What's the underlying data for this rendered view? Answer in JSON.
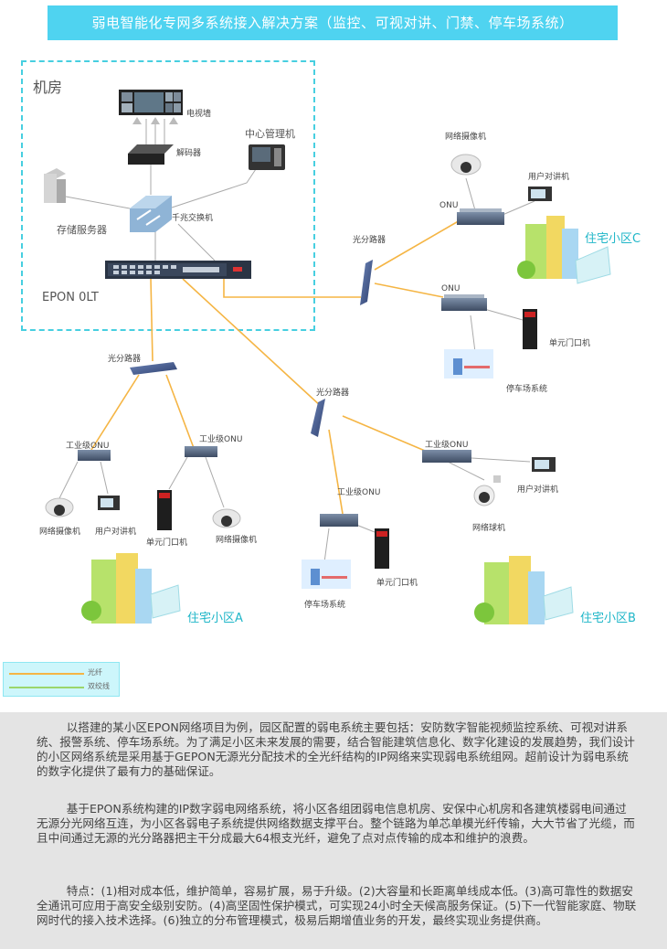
{
  "title": "弱电智能化专网多系统接入解决方案（监控、可视对讲、门禁、停车场系统）",
  "machine_room": {
    "title": "机房",
    "tv_wall": "电视墙",
    "decoder": "解码器",
    "center_manager": "中心管理机",
    "storage_server": "存储服务器",
    "gigabit_switch": "千兆交换机",
    "epon_olt": "EPON 0LT"
  },
  "labels": {
    "splitter_top": "光分路器",
    "splitter_left": "光分路器",
    "splitter_mid": "光分路器",
    "onu_c1": "ONU",
    "onu_c2": "ONU",
    "camera_c": "网络摄像机",
    "intercom_c": "用户对讲机",
    "door_c": "单元门口机",
    "parking_c": "停车场系统",
    "ind_onu_a1": "工业级ONU",
    "ind_onu_a2": "工业级ONU",
    "camera_a1": "网络摄像机",
    "intercom_a": "用户对讲机",
    "door_a": "单元门口机",
    "camera_a2": "网络摄像机",
    "ind_onu_mid": "工业级ONU",
    "parking_mid": "停车场系统",
    "door_mid": "单元门口机",
    "ind_onu_b": "工业级ONU",
    "intercom_b": "用户对讲机",
    "dome_b": "网络球机"
  },
  "residences": {
    "c": "住宅小区C",
    "a": "住宅小区A",
    "b": "住宅小区B"
  },
  "legend": {
    "fiber": "光纤",
    "twisted_pair": "双绞线",
    "fiber_color": "#f5b544",
    "twisted_color": "#9bd66a"
  },
  "colors": {
    "title_bg": "#4fd3f0",
    "room_border": "#47cfe0",
    "residence_text": "#1fb6c8"
  },
  "paragraphs": [
    "以搭建的某小区EPON网络项目为例，园区配置的弱电系统主要包括：安防数字智能视频监控系统、可视对讲系统、报警系统、停车场系统。为了满足小区未来发展的需要，结合智能建筑信息化、数字化建设的发展趋势，我们设计的小区网络系统是采用基于GEPON无源光分配技术的全光纤结构的IP网络来实现弱电系统组网。超前设计为弱电系统的数字化提供了最有力的基础保证。",
    "基于EPON系统构建的IP数字弱电网络系统，将小区各组团弱电信息机房、安保中心机房和各建筑楼弱电间通过无源分光网络互连，为小区各弱电子系统提供网络数据支撑平台。整个链路为单芯单模光纤传输，大大节省了光缆，而且中间通过无源的光分路器把主干分成最大64根支光纤，避免了点对点传输的成本和维护的浪费。",
    "特点：(1)相对成本低，维护简单，容易扩展，易于升级。(2)大容量和长距离单线成本低。(3)高可靠性的数据安全通讯可应用于高安全级别安防。(4)高坚固性保护模式，可实现24小时全天候高服务保证。(5)下一代智能家庭、物联网时代的接入技术选择。(6)独立的分布管理模式，极易后期增值业务的开发，最终实现业务提供商。"
  ]
}
